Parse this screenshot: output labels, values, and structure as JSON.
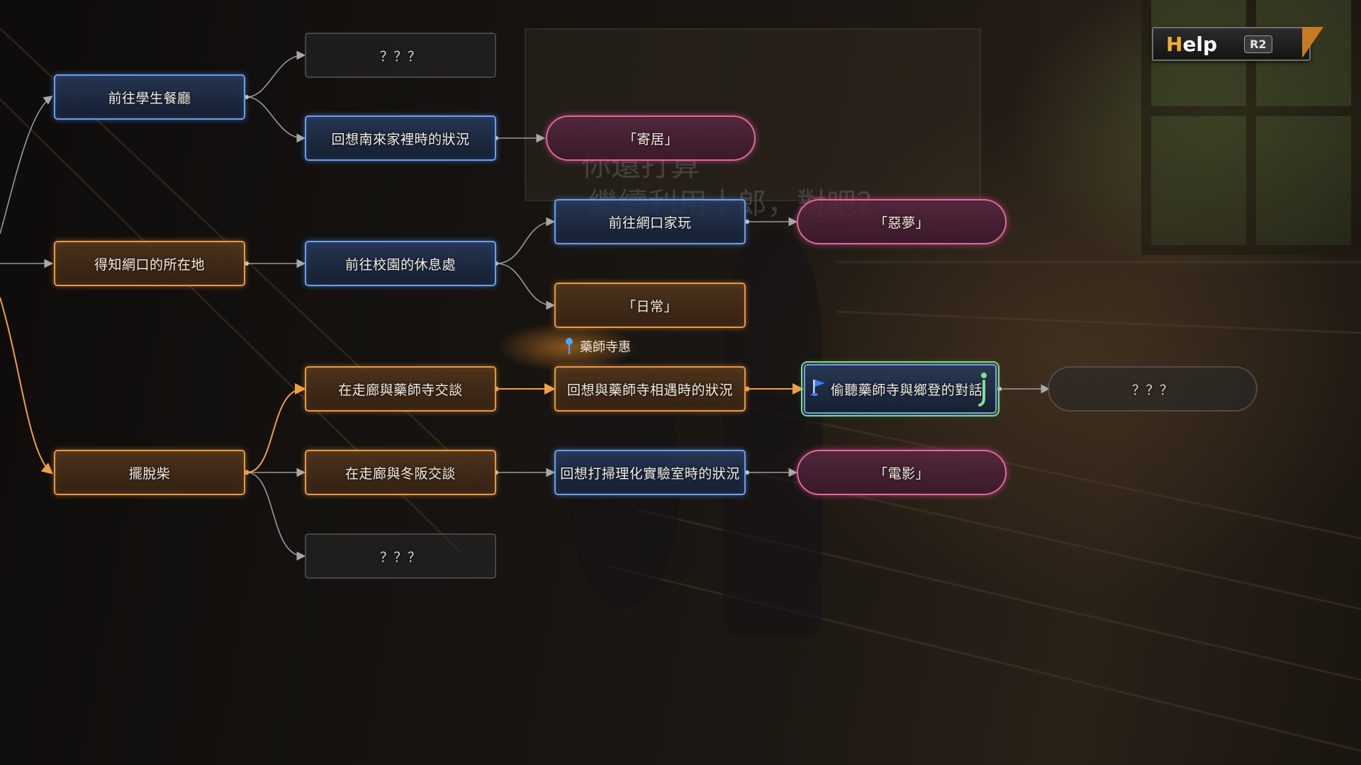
{
  "background_text": {
    "line1": "你還打算",
    "line2": "繼續利用十郎，對吧？"
  },
  "help": {
    "label_first": "H",
    "label_rest": "elp",
    "button": "R2"
  },
  "colors": {
    "blue_border": "#6f9ee6",
    "orange_border": "#e59a45",
    "pink_border": "#e2679e",
    "gray_border": "#787878",
    "current_outline": "#7ed69a",
    "help_accent": "#f0b02a"
  },
  "nodes": {
    "go_cafeteria": "前往學生餐廳",
    "unknown_top": "？？？",
    "recall_minami_home": "回想南來家裡時的狀況",
    "ending_kikyo": "「寄居」",
    "learn_amiguchi_location": "得知網口的所在地",
    "go_school_lounge": "前往校園的休息處",
    "go_amiguchi_home": "前往網口家玩",
    "ending_akumu": "「惡夢」",
    "ending_nichijo": "「日常」",
    "character_label": "藥師寺惠",
    "talk_yakushiji_hallway": "在走廊與藥師寺交談",
    "recall_yakushiji_meeting": "回想與藥師寺相遇時的狀況",
    "eavesdrop_conversation": "偷聽藥師寺與鄉登的對話",
    "unknown_right": "？？？",
    "escape_shiba": "擺脫柴",
    "talk_fuyusaka_hallway": "在走廊與冬阪交談",
    "recall_chem_lab": "回想打掃理化實驗室時的狀況",
    "ending_eiga": "「電影」",
    "unknown_bottom": "？？？"
  },
  "icons": [
    "flag-icon",
    "info-icon",
    "location-pin-icon"
  ]
}
